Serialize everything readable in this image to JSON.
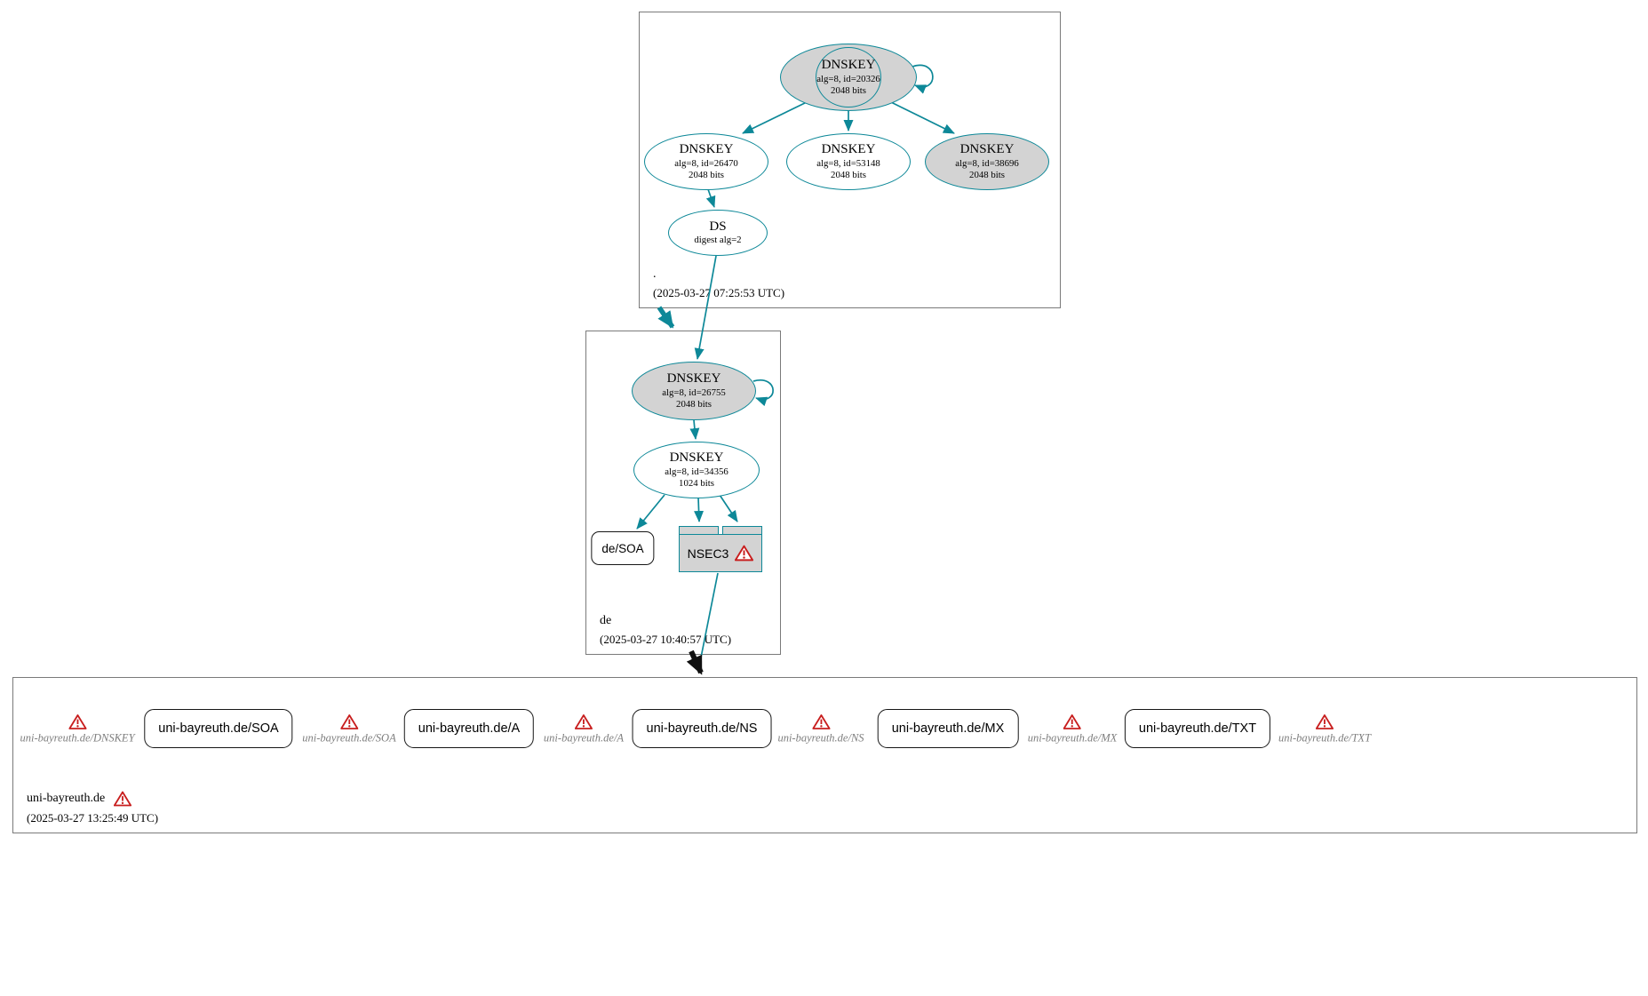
{
  "colors": {
    "edge": "#0d8898",
    "node_gray": "#d3d3d3",
    "warning": "#c81e1e"
  },
  "zones": {
    "root": {
      "label": ".",
      "timestamp": "(2025-03-27 07:25:53 UTC)",
      "ksk": {
        "title": "DNSKEY",
        "detail": "alg=8, id=20326",
        "bits": "2048 bits"
      },
      "zsk1": {
        "title": "DNSKEY",
        "detail": "alg=8, id=26470",
        "bits": "2048 bits"
      },
      "zsk2": {
        "title": "DNSKEY",
        "detail": "alg=8, id=53148",
        "bits": "2048 bits"
      },
      "zsk3": {
        "title": "DNSKEY",
        "detail": "alg=8, id=38696",
        "bits": "2048 bits"
      },
      "ds": {
        "title": "DS",
        "detail": "digest alg=2"
      }
    },
    "de": {
      "label": "de",
      "timestamp": "(2025-03-27 10:40:57 UTC)",
      "ksk": {
        "title": "DNSKEY",
        "detail": "alg=8, id=26755",
        "bits": "2048 bits"
      },
      "zsk": {
        "title": "DNSKEY",
        "detail": "alg=8, id=34356",
        "bits": "1024 bits"
      },
      "soa": {
        "label": "de/SOA"
      },
      "nsec3": {
        "label": "NSEC3"
      }
    },
    "uni": {
      "label": "uni-bayreuth.de",
      "timestamp": "(2025-03-27 13:25:49 UTC)",
      "items": [
        {
          "kind": "missing",
          "label": "uni-bayreuth.de/DNSKEY"
        },
        {
          "kind": "rrset",
          "label": "uni-bayreuth.de/SOA"
        },
        {
          "kind": "missing",
          "label": "uni-bayreuth.de/SOA"
        },
        {
          "kind": "rrset",
          "label": "uni-bayreuth.de/A"
        },
        {
          "kind": "missing",
          "label": "uni-bayreuth.de/A"
        },
        {
          "kind": "rrset",
          "label": "uni-bayreuth.de/NS"
        },
        {
          "kind": "missing",
          "label": "uni-bayreuth.de/NS"
        },
        {
          "kind": "rrset",
          "label": "uni-bayreuth.de/MX"
        },
        {
          "kind": "missing",
          "label": "uni-bayreuth.de/MX"
        },
        {
          "kind": "rrset",
          "label": "uni-bayreuth.de/TXT"
        },
        {
          "kind": "missing",
          "label": "uni-bayreuth.de/TXT"
        }
      ]
    }
  }
}
